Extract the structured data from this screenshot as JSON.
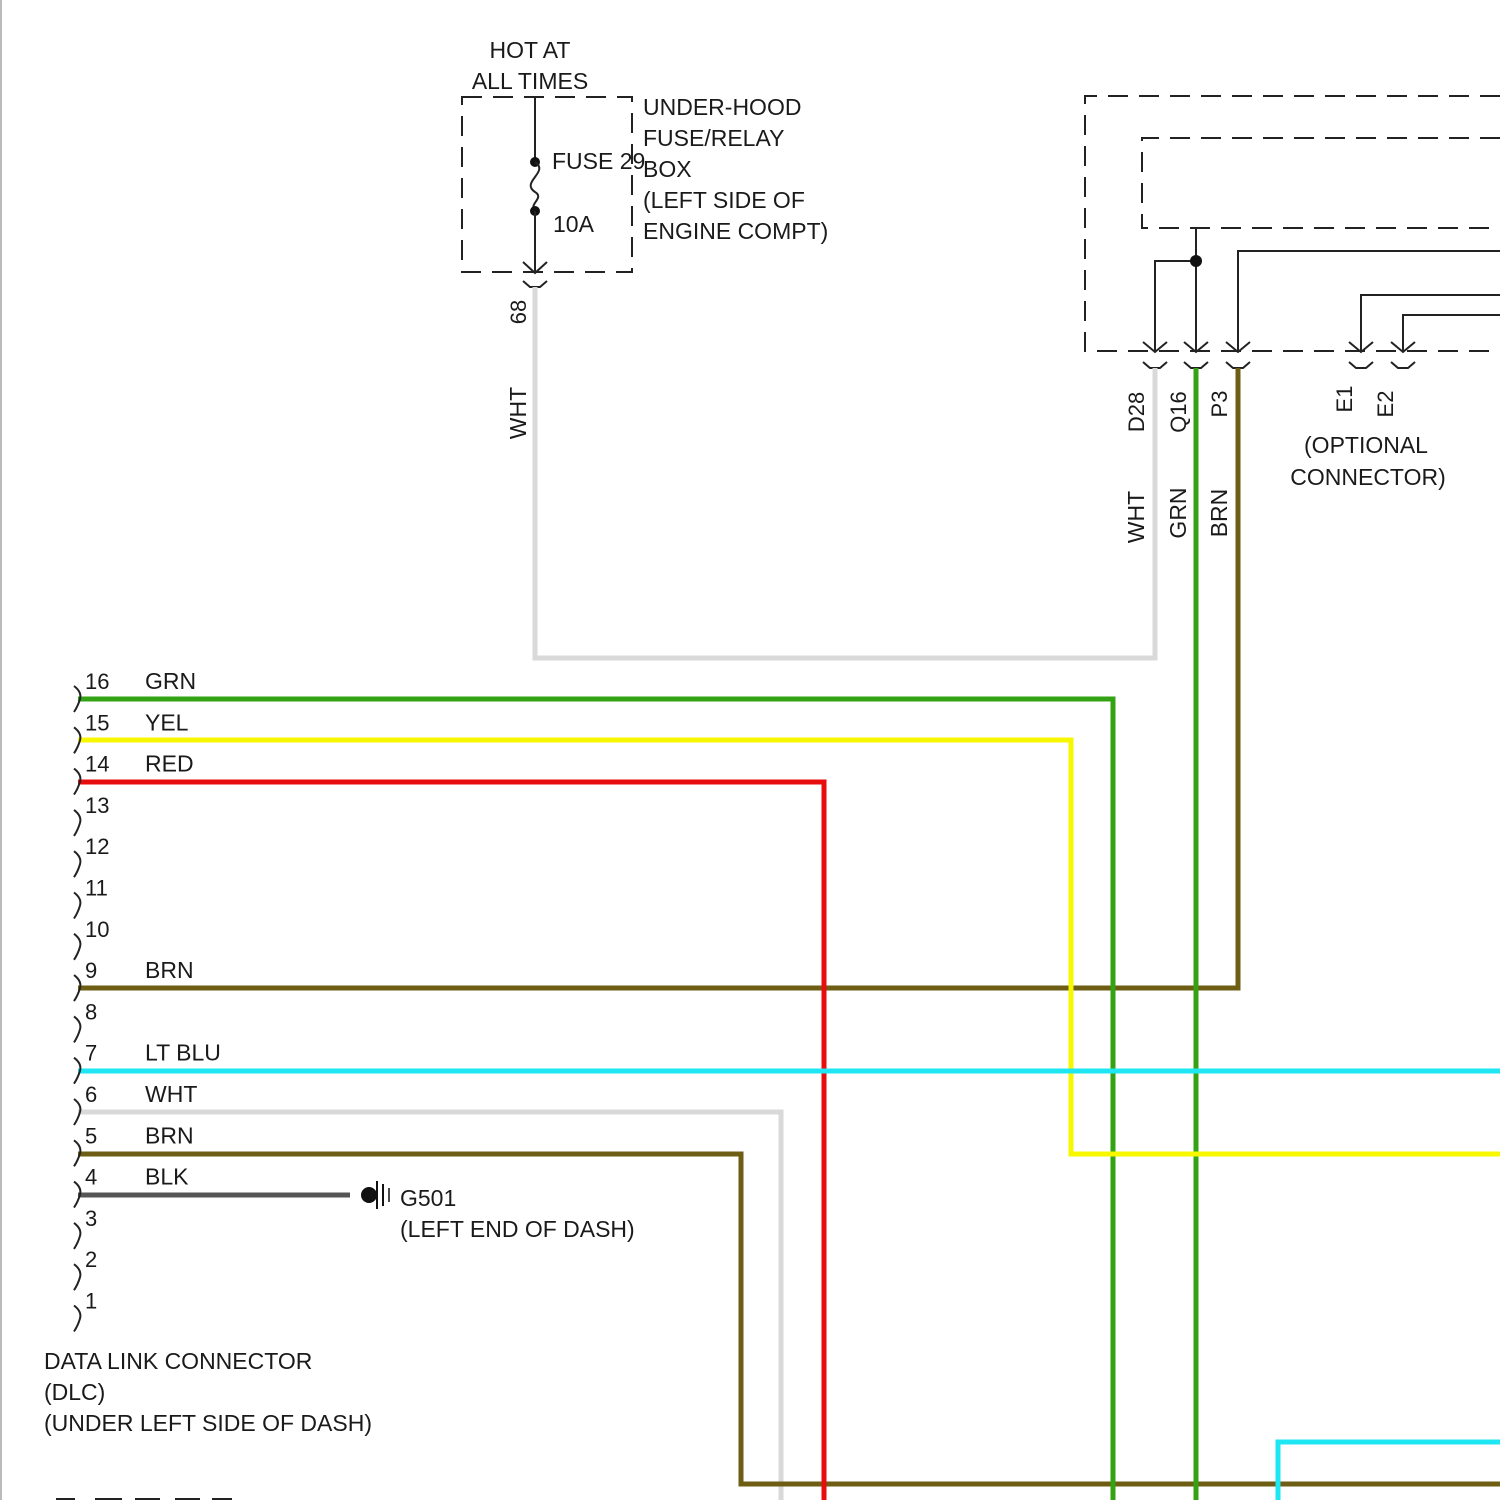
{
  "colors": {
    "GRN": "#33a314",
    "YEL": "#f7f700",
    "RED": "#e80d0d",
    "BRN": "#6e5e14",
    "LT BLU": "#1ee6f2",
    "WHT": "#d9d9d9",
    "BLK": "#555555",
    "line": "#222222"
  },
  "fuse_box": {
    "hot_line1": "HOT AT",
    "hot_line2": "ALL TIMES",
    "fuse_label": "FUSE 29",
    "fuse_rating": "10A",
    "box_name": [
      "UNDER-HOOD",
      "FUSE/RELAY",
      "BOX",
      "(LEFT SIDE OF",
      "ENGINE COMPT)"
    ],
    "terminal": "68",
    "wire_color": "WHT"
  },
  "module": {
    "terminals": [
      "D28",
      "Q16",
      "P3",
      "E1",
      "E2"
    ],
    "wire_colors": [
      "WHT",
      "GRN",
      "BRN"
    ],
    "optional_line1": "(OPTIONAL",
    "optional_line2": "CONNECTOR)"
  },
  "dlc": {
    "pins": [
      {
        "num": "16",
        "color": "GRN"
      },
      {
        "num": "15",
        "color": "YEL"
      },
      {
        "num": "14",
        "color": "RED"
      },
      {
        "num": "13",
        "color": ""
      },
      {
        "num": "12",
        "color": ""
      },
      {
        "num": "11",
        "color": ""
      },
      {
        "num": "10",
        "color": ""
      },
      {
        "num": "9",
        "color": "BRN"
      },
      {
        "num": "8",
        "color": ""
      },
      {
        "num": "7",
        "color": "LT BLU"
      },
      {
        "num": "6",
        "color": "WHT"
      },
      {
        "num": "5",
        "color": "BRN"
      },
      {
        "num": "4",
        "color": "BLK"
      },
      {
        "num": "3",
        "color": ""
      },
      {
        "num": "2",
        "color": ""
      },
      {
        "num": "1",
        "color": ""
      }
    ],
    "name_line1": "DATA LINK CONNECTOR",
    "name_line2": "(DLC)",
    "name_line3": "(UNDER LEFT SIDE OF DASH)"
  },
  "ground": {
    "name": "G501",
    "location": "(LEFT END OF DASH)"
  }
}
